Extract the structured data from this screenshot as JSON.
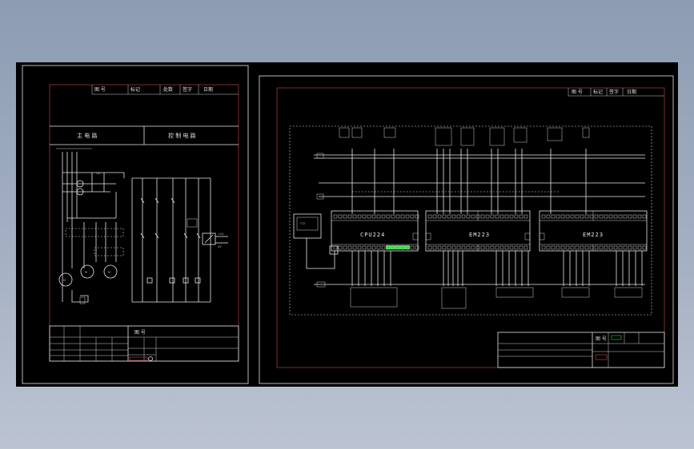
{
  "sheet_left": {
    "header_labels": [
      "图 号",
      "标记",
      "处数",
      "签字",
      "日期"
    ],
    "section_main": "主 电 路",
    "section_control": "控 制 电 路"
  },
  "sheet_right": {
    "header_labels": [
      "图 号",
      "标记",
      "签字",
      "日期"
    ],
    "module_cpu": "CPU224",
    "module_em1": "EM223",
    "module_em2": "EM223"
  },
  "colors": {
    "background_top": "#8d9cb3",
    "canvas": "#000000",
    "line": "#e8e8e8",
    "border": "#b04040",
    "led_green": "#22dd33"
  }
}
